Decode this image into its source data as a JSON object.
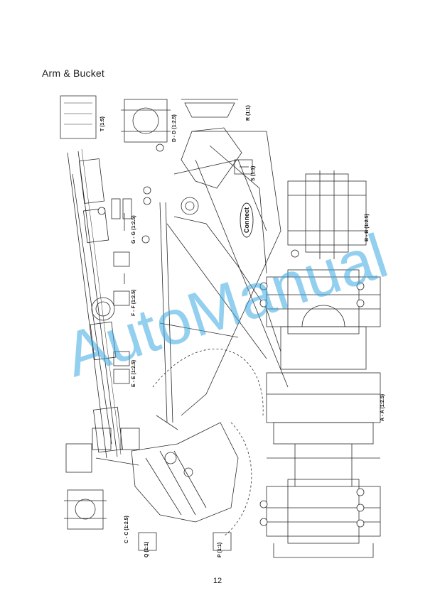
{
  "section_title": "Arm & Bucket",
  "page_number": "12",
  "watermark": "AutoManual",
  "callout": "Connect",
  "view_labels": {
    "t": "T (1:5)",
    "dd": "D - D (1:2.5)",
    "r": "R (1:1)",
    "s": "S (1:1)",
    "bb": "B - B (1:2.5)",
    "gg": "G - G (1:2.5)",
    "ff": "F - F (1:2.5)",
    "ee": "E - E (1:2.5)",
    "aa": "A - A (1:2.5)",
    "cc": "C - C (1:2.5)",
    "q": "Q (1:1)",
    "p": "P (1:1)"
  },
  "colors": {
    "watermark": "#3aa7e0",
    "line": "#2a2a2a"
  }
}
